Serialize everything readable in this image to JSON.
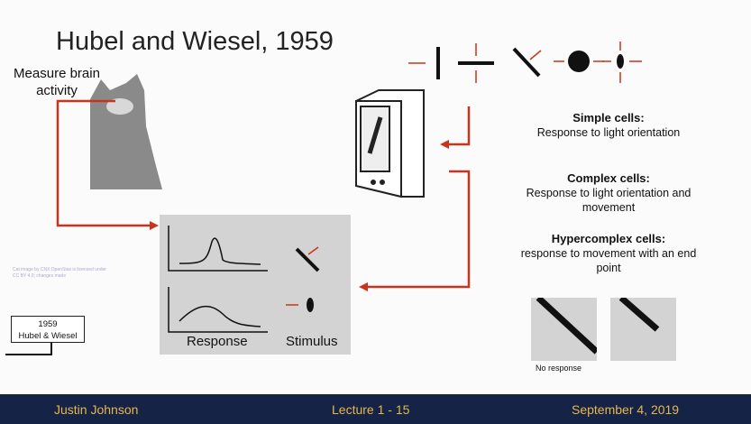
{
  "title": "Hubel and Wiesel, 1959",
  "measure_label": "Measure brain activity",
  "cells": [
    {
      "name": "Simple cells:",
      "desc": "Response to light orientation"
    },
    {
      "name": "Complex cells:",
      "desc": "Response to light orientation and movement"
    },
    {
      "name": "Hypercomplex cells:",
      "desc": "response to movement with an end point"
    }
  ],
  "response_label": "Response",
  "stimulus_label": "Stimulus",
  "no_response_label": "No response",
  "caption": "Cat image by CNX OpenStax is licensed under CC BY 4.0; changes made",
  "year_box": {
    "year": "1959",
    "names": "Hubel & Wiesel"
  },
  "footer": {
    "author": "Justin Johnson",
    "lecture": "Lecture 1 - 15",
    "date": "September 4, 2019"
  },
  "colors": {
    "accent": "#c8351e",
    "footer_bg": "#152347",
    "footer_text": "#e9b64a"
  }
}
